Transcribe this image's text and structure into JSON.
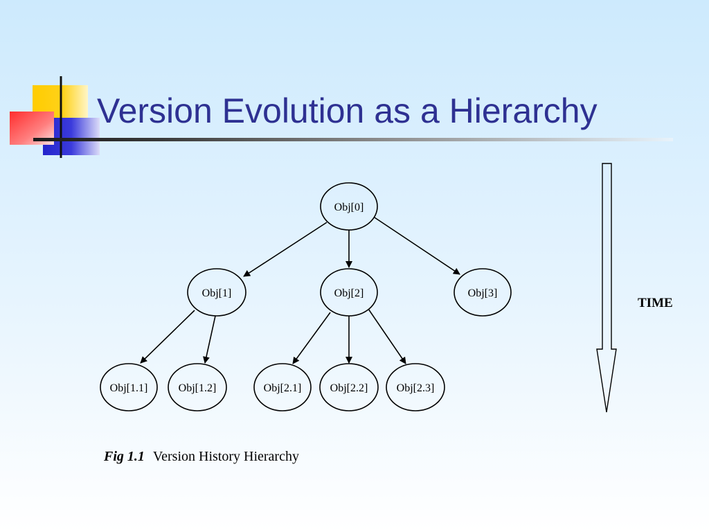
{
  "slide": {
    "title": "Version Evolution as a Hierarchy"
  },
  "diagram": {
    "nodes": [
      {
        "id": "n0",
        "label": "Obj[0]"
      },
      {
        "id": "n1",
        "label": "Obj[1]"
      },
      {
        "id": "n2",
        "label": "Obj[2]"
      },
      {
        "id": "n3",
        "label": "Obj[3]"
      },
      {
        "id": "n11",
        "label": "Obj[1.1]"
      },
      {
        "id": "n12",
        "label": "Obj[1.2]"
      },
      {
        "id": "n21",
        "label": "Obj[2.1]"
      },
      {
        "id": "n22",
        "label": "Obj[2.2]"
      },
      {
        "id": "n23",
        "label": "Obj[2.3]"
      }
    ],
    "edges": [
      {
        "from": "n0",
        "to": "n1"
      },
      {
        "from": "n0",
        "to": "n2"
      },
      {
        "from": "n0",
        "to": "n3"
      },
      {
        "from": "n1",
        "to": "n11"
      },
      {
        "from": "n1",
        "to": "n12"
      },
      {
        "from": "n2",
        "to": "n21"
      },
      {
        "from": "n2",
        "to": "n22"
      },
      {
        "from": "n2",
        "to": "n23"
      }
    ],
    "time_label": "TIME"
  },
  "caption": {
    "figure": "Fig 1.1",
    "text": "Version History Hierarchy"
  },
  "colors": {
    "title": "#2e3192",
    "logo_yellow": "#ffcc00",
    "logo_red": "#ff3333",
    "logo_blue": "#2b2bd6"
  }
}
